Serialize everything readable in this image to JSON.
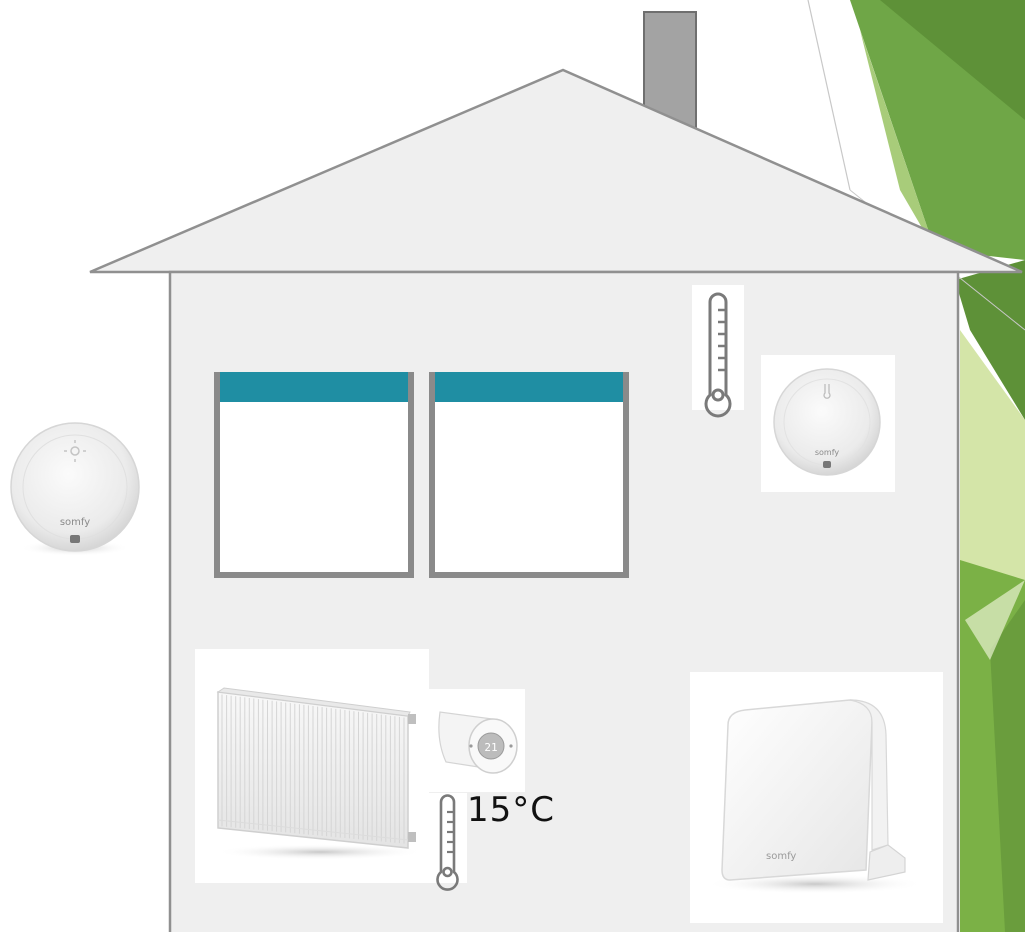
{
  "colors": {
    "house_fill": "#efefef",
    "house_stroke": "#909090",
    "chimney_fill": "#a3a3a3",
    "window_blind": "#1f8ea3",
    "window_frame": "#8a8a8a",
    "accent_dark_green": "#5e9138",
    "accent_mid_green": "#7bb146",
    "accent_light_green": "#d4e5a8"
  },
  "icons": {
    "outdoor_sensor": "somfy-round-sensor-icon",
    "indoor_sensor": "somfy-round-sensor-icon",
    "room_thermometer": "thermometer-icon",
    "radiator_thermometer": "thermometer-icon",
    "radiator": "radiator-icon",
    "valve": "thermostatic-valve-icon",
    "hub": "somfy-box-hub-icon"
  },
  "brand": {
    "logo_text": "somfy"
  },
  "valve": {
    "display_value": "21"
  },
  "radiator_temperature": {
    "label": "15°C"
  }
}
